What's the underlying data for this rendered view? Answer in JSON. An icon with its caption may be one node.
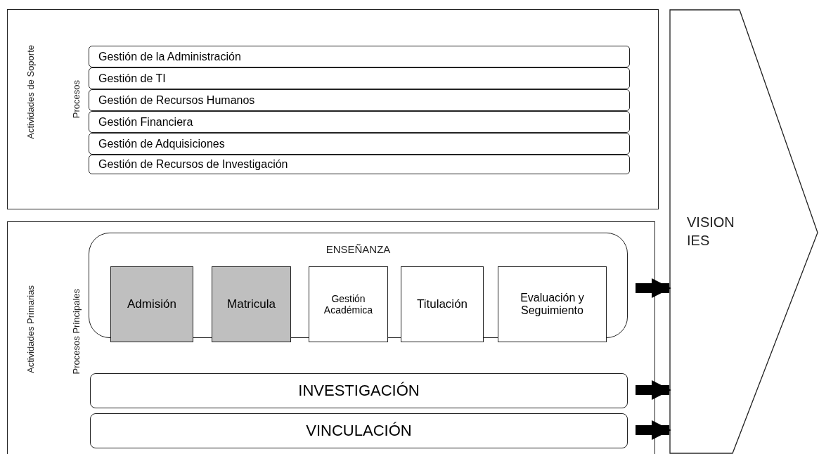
{
  "diagram": {
    "nodes": [
      {
        "text": [
          "Actividades de Soporte",
          "Procesos"
        ]
      },
      {
        "text": [
          "Gestión de la Administración"
        ],
        "in": 0
      },
      {
        "text": [
          "Gestión de TI"
        ],
        "in": 0
      },
      {
        "text": [
          "Gestión de Recursos Humanos"
        ],
        "in": 0
      },
      {
        "text": [
          "Gestión Financiera"
        ],
        "in": 0
      },
      {
        "text": [
          "Gestión de Adquisiciones"
        ],
        "in": 0
      },
      {
        "text": [
          "Gestión de Recursos de Investigación"
        ],
        "in": 0
      },
      {
        "text": [
          "Actividades Primarias",
          "Procesos Principales"
        ]
      },
      {
        "text": [
          "ENSEÑANZA"
        ],
        "in": 7
      },
      {
        "text": [
          "Admisión"
        ],
        "in": 8
      },
      {
        "text": [
          "Matricula"
        ],
        "in": 8
      },
      {
        "text": [
          "Gestión Académica"
        ],
        "in": 8
      },
      {
        "text": [
          "Titulación"
        ],
        "in": 8
      },
      {
        "text": [
          "Evaluación y Seguimiento"
        ],
        "in": 8
      },
      {
        "text": [
          "INVESTIGACIÓN"
        ],
        "in": 7
      },
      {
        "text": [
          "VINCULACIÓN"
        ],
        "in": 7
      },
      {
        "text": [
          "VISION IES"
        ]
      }
    ],
    "edges": [
      {
        "from": 8,
        "to": 16,
        "arrow": "to"
      },
      {
        "from": 14,
        "to": 16,
        "arrow": "to"
      },
      {
        "from": 15,
        "to": 16,
        "arrow": "to"
      }
    ]
  }
}
